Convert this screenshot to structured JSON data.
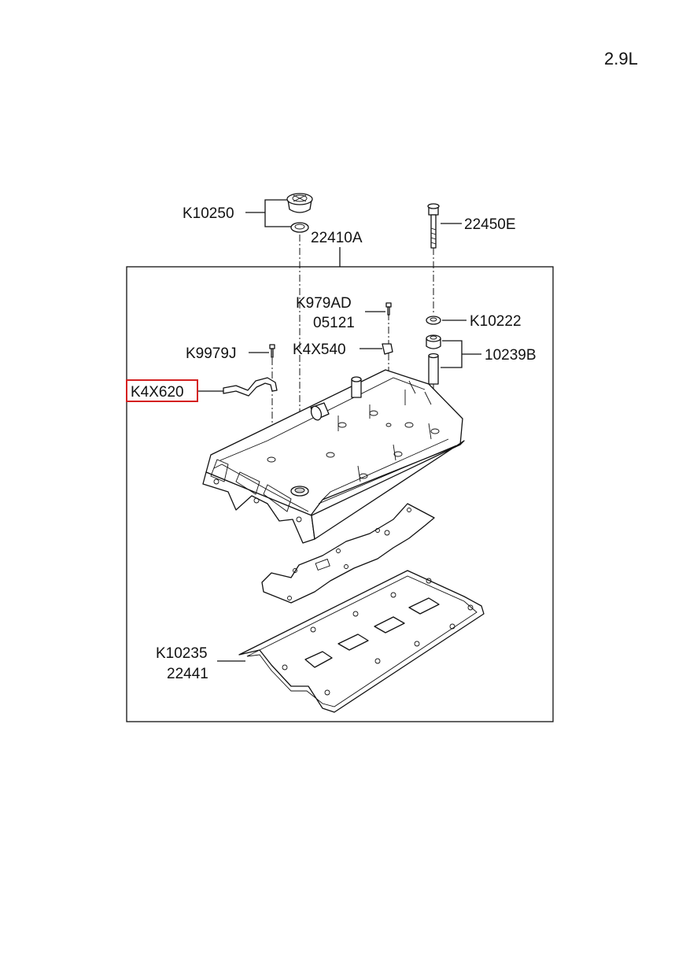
{
  "engine_label": "2.9L",
  "colors": {
    "highlight": "#d42020",
    "line": "#111111"
  },
  "callouts": {
    "filler_cap_set": "K10250",
    "cover_assy": "22410A",
    "bolt": "22450E",
    "bolt_k_line1": "K979AD",
    "bolt_k_line2": "05121",
    "washer": "K10222",
    "clip": "K9979J",
    "fitting": "K4X540",
    "grommet_sleeve": "10239B",
    "breather_hose": "K4X620",
    "gasket_line1": "K10235",
    "gasket_line2": "22441"
  }
}
